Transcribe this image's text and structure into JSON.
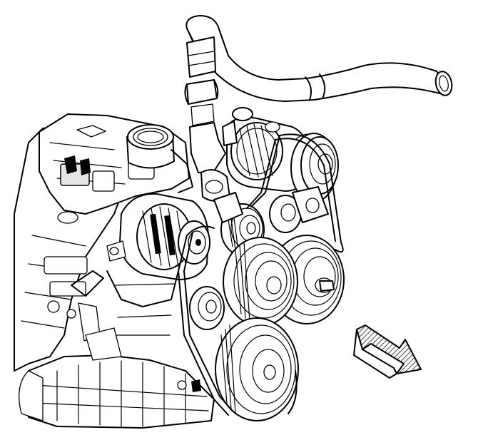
{
  "diagram": {
    "subject": "engine-front-accessory-drive",
    "background_color": "#ffffff",
    "line_color": "#000000",
    "direction_arrow": {
      "icon": "forward-direction-arrow",
      "shading": "hatched"
    },
    "components": [
      "radiator-inlet-hose",
      "hose-clamp",
      "throttle-body",
      "intake-manifold",
      "ac-compressor",
      "generator",
      "belt-tensioner",
      "idler-pulley",
      "power-steering-pump-pulley",
      "water-pump-pulley",
      "crankshaft-balancer",
      "drive-belt",
      "oil-pan",
      "engine-block"
    ]
  }
}
